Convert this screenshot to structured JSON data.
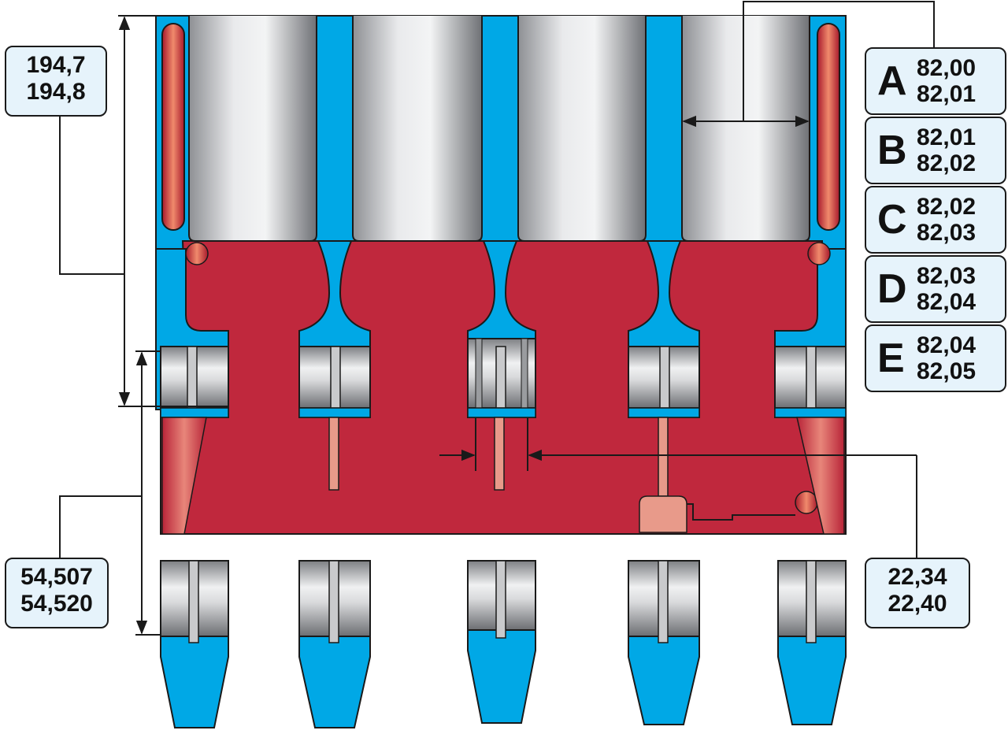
{
  "dimensions": {
    "block_height": {
      "min": "194,7",
      "max": "194,8"
    },
    "main_bearing_bore": {
      "min": "54,507",
      "max": "54,520"
    },
    "thrust_width": {
      "min": "22,34",
      "max": "22,40"
    }
  },
  "cylinder_bore_classes": [
    {
      "letter": "A",
      "min": "82,00",
      "max": "82,01"
    },
    {
      "letter": "B",
      "min": "82,01",
      "max": "82,02"
    },
    {
      "letter": "C",
      "min": "82,02",
      "max": "82,03"
    },
    {
      "letter": "D",
      "min": "82,03",
      "max": "82,04"
    },
    {
      "letter": "E",
      "min": "82,04",
      "max": "82,05"
    }
  ],
  "colors": {
    "water_jacket_blue": "#00a8e6",
    "block_red": "#c0283d",
    "liner_gray": "#b5b7bb",
    "label_fill": "#e6f3fb",
    "outline": "#1a1a1a"
  }
}
